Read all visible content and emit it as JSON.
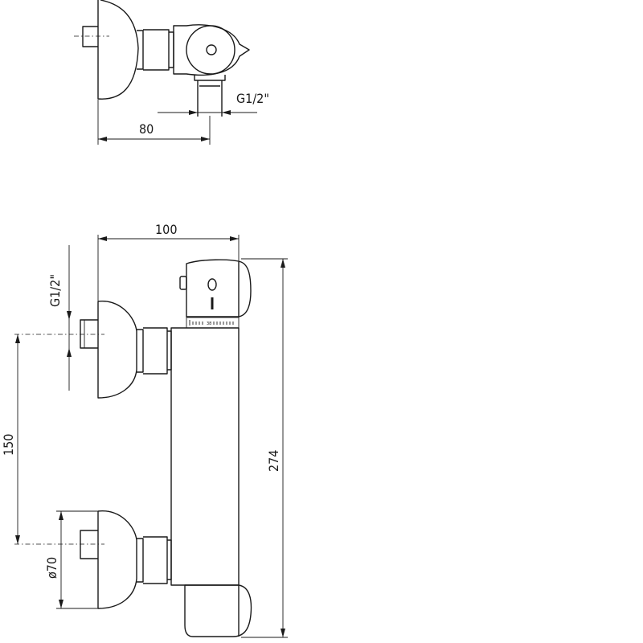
{
  "top_view": {
    "dims": {
      "width": "80",
      "thread": "G1/2\""
    }
  },
  "front_view": {
    "dims": {
      "width": "100",
      "thread": "G1/2\"",
      "spacing": "150",
      "height": "274",
      "diameter": "ø70"
    },
    "scale_mark": "38"
  }
}
